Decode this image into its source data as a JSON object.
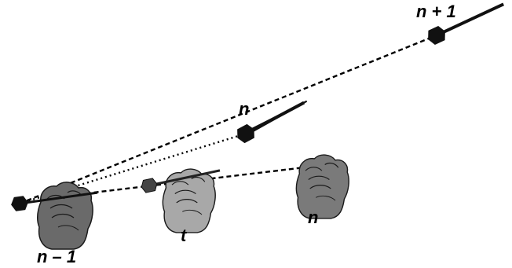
{
  "labels": {
    "dart_prev": "n – 1",
    "dart_current": "n",
    "dart_next": "n + 1",
    "hand_t": "t",
    "hand_n": "n"
  },
  "colors": {
    "background": "#ffffff",
    "line": "#000000",
    "dart_body": "#111111",
    "hand_prev": "#6a6a6a",
    "hand_t": "#a8a8a8",
    "hand_n": "#7a7a7a",
    "hand_outline": "#1a1a1a"
  },
  "icons": {
    "dart": "dart-icon",
    "hand": "hand-icon"
  }
}
